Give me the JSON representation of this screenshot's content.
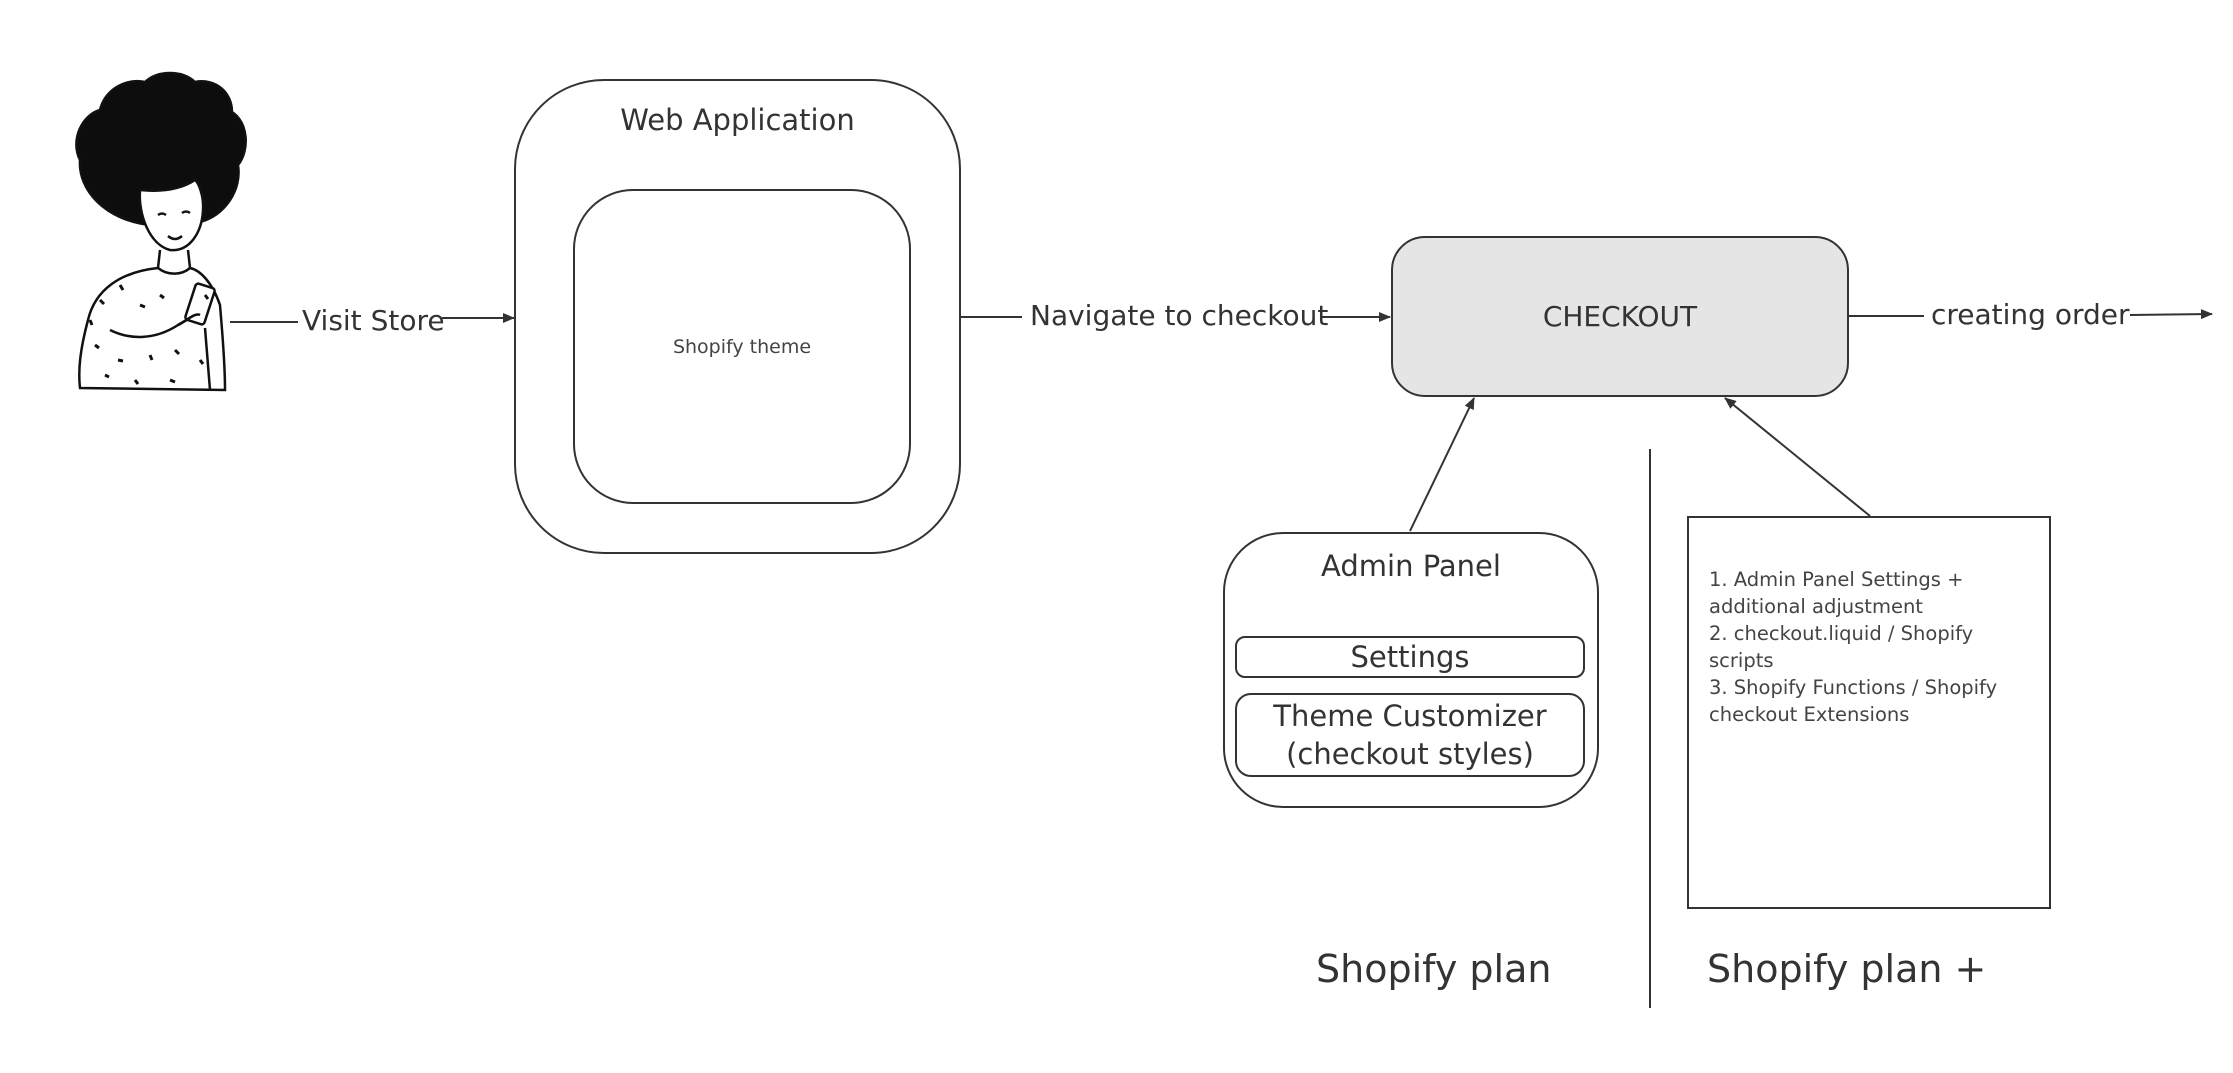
{
  "labels": {
    "visit_store": "Visit Store",
    "web_app_title": "Web Application",
    "shopify_theme": "Shopify theme",
    "navigate_checkout": "Navigate to checkout",
    "checkout": "CHECKOUT",
    "creating_order": "creating order",
    "admin_panel": "Admin Panel",
    "settings": "Settings",
    "theme_customizer": "Theme Customizer\n(checkout styles)",
    "shopify_plan": "Shopify plan",
    "shopify_plan_plus": "Shopify plan +"
  },
  "plus_notes": [
    "1. Admin Panel Settings + additional adjustment",
    "2. checkout.liquid  / Shopify scripts",
    "3. Shopify Functions / Shopify checkout Extensions"
  ],
  "colors": {
    "stroke": "#333333",
    "checkout_fill": "#e5e5e5",
    "background": "#ffffff"
  },
  "icons": {
    "customer": "customer-with-phone-icon"
  }
}
